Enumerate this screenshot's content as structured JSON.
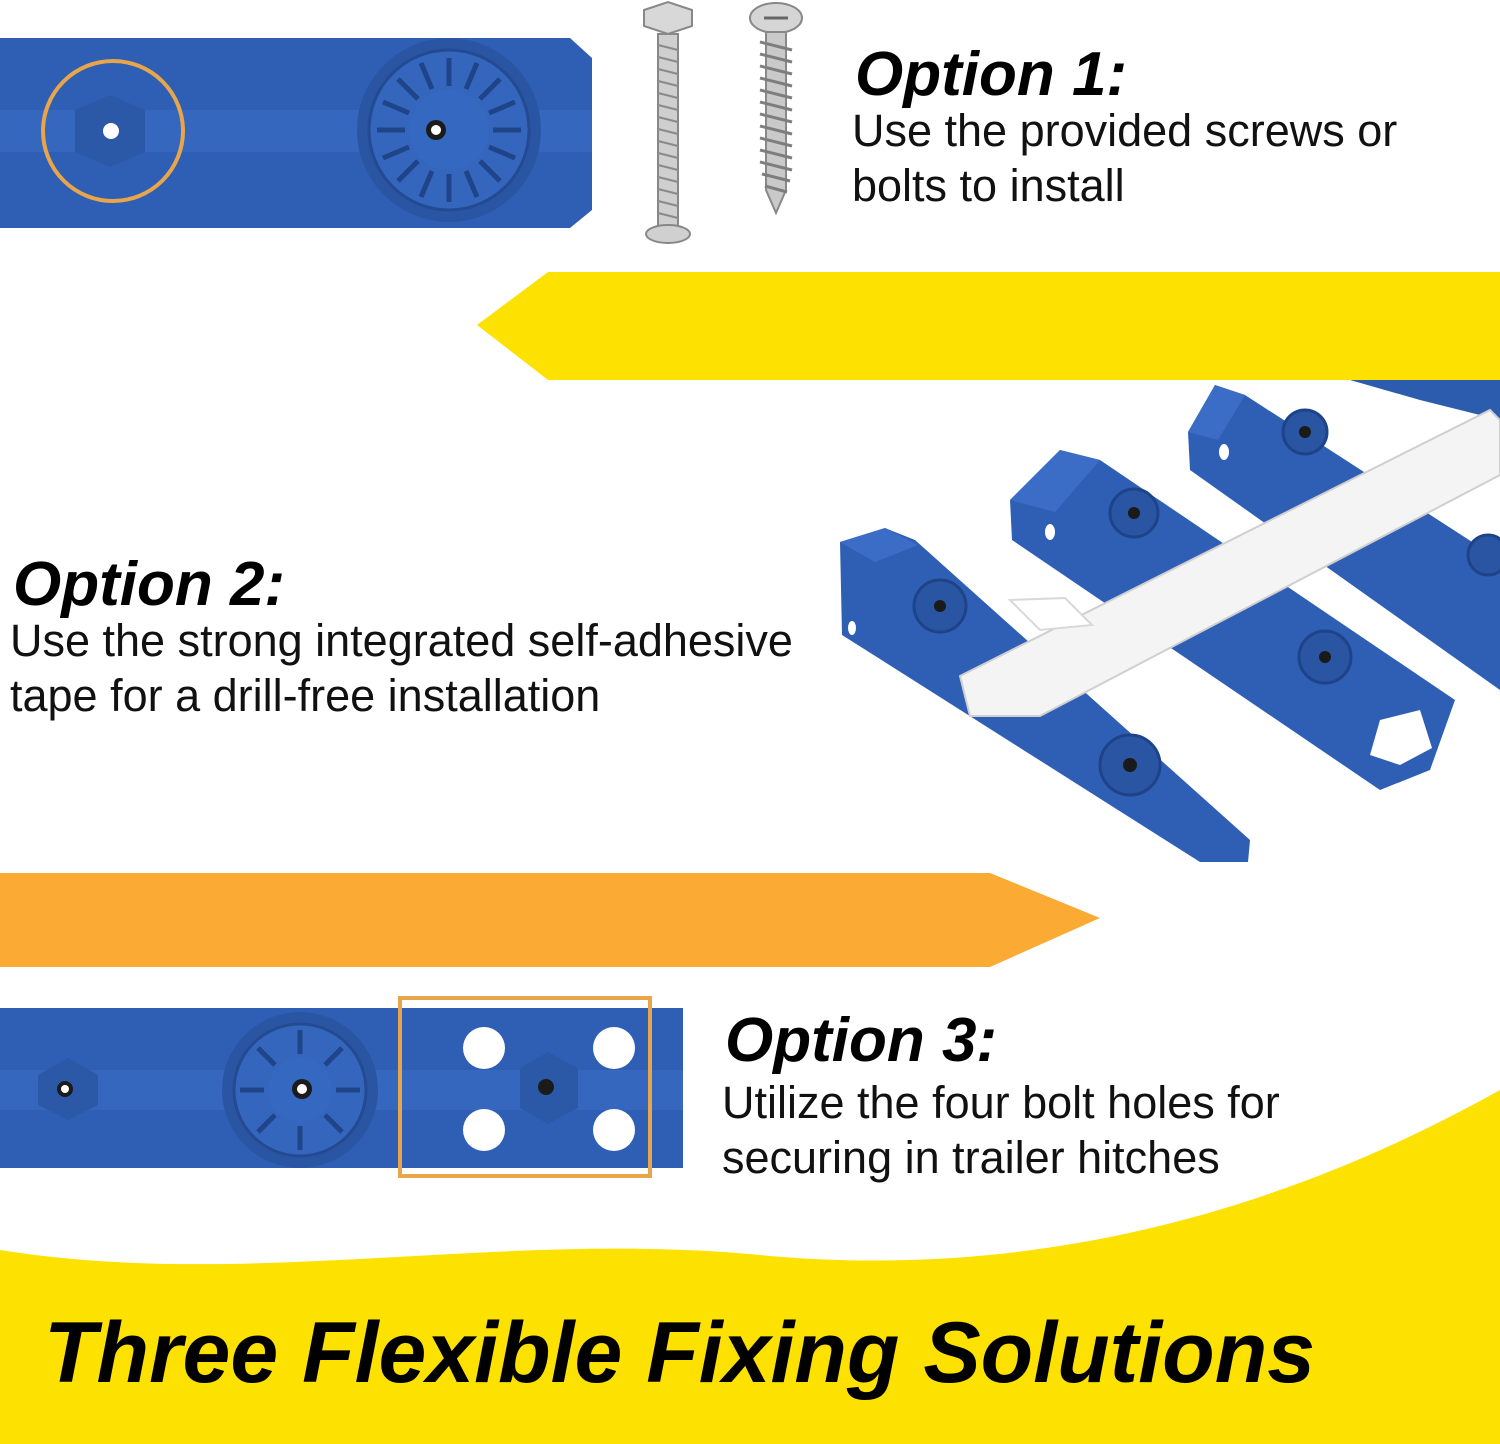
{
  "options": [
    {
      "title": "Option 1:",
      "lines": [
        "Use the provided screws or",
        "bolts to install"
      ]
    },
    {
      "title": "Option 2:",
      "lines": [
        "Use the strong integrated self-adhesive",
        "tape for a drill-free installation"
      ]
    },
    {
      "title": "Option 3:",
      "lines": [
        "Utilize the four bolt holes for",
        "securing in trailer hitches"
      ]
    }
  ],
  "headline": "Three Flexible Fixing Solutions",
  "colors": {
    "rack_blue": "#2f5fb5",
    "banner_yellow": "#fde100",
    "banner_orange": "#fbaa33",
    "highlight_orange": "#e8a54a"
  }
}
